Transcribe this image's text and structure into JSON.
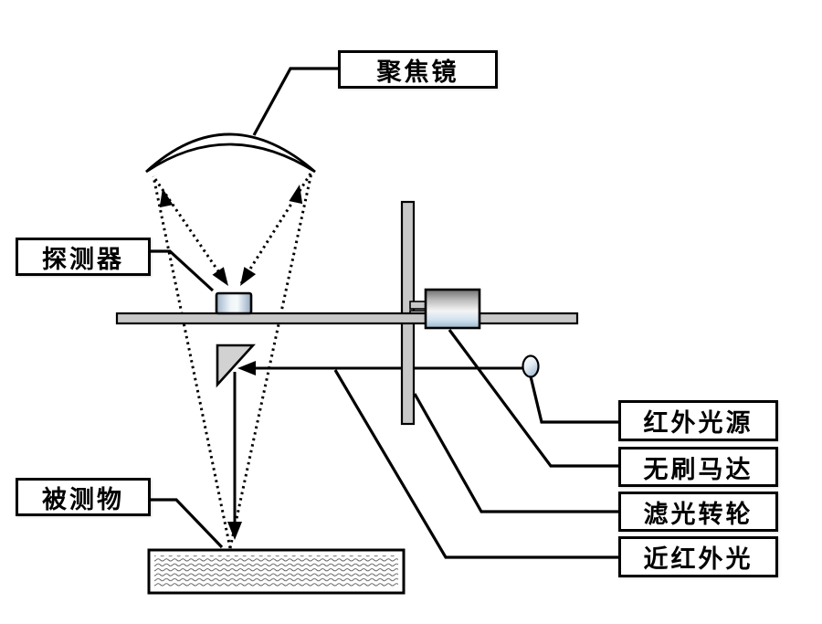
{
  "figure": {
    "description": "Schematic diagram of a near-infrared optical measurement system",
    "labels": {
      "focusing_mirror": "聚焦镜",
      "detector": "探测器",
      "sample": "被测物",
      "ir_source": "红外光源",
      "brushless_motor": "无刷马达",
      "filter_wheel": "滤光转轮",
      "nir_light": "近红外光"
    },
    "colors": {
      "line": "#000000",
      "label_border": "#000000",
      "label_background": "#ffffff",
      "bench_gray": "#c8c8c8",
      "prism_gray": "#d2d2d2",
      "component_blue": "#9db4c8",
      "background": "#ffffff"
    }
  }
}
